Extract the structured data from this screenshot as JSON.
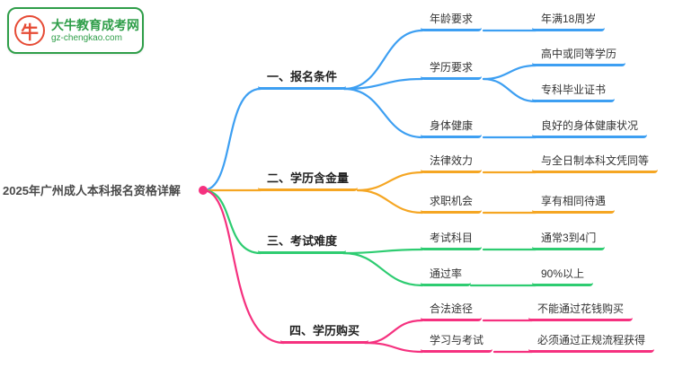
{
  "logo": {
    "site_name": "大牛教育成考网",
    "domain": "gz-chengkao.com",
    "icon_char": "牛"
  },
  "colors": {
    "brand_green": "#2f9e49",
    "logo_red": "#e64b35",
    "root_accent": "#f5317f"
  },
  "root": {
    "label": "2025年广州成人本科报名资格详解"
  },
  "branches": [
    {
      "label": "一、报名条件",
      "color": "#3d9ff2",
      "children": [
        {
          "label": "年龄要求",
          "leaves": [
            "年满18周岁"
          ]
        },
        {
          "label": "学历要求",
          "leaves": [
            "高中或同等学历",
            "专科毕业证书"
          ]
        },
        {
          "label": "身体健康",
          "leaves": [
            "良好的身体健康状况"
          ]
        }
      ]
    },
    {
      "label": "二、学历含金量",
      "color": "#f5a623",
      "children": [
        {
          "label": "法律效力",
          "leaves": [
            "与全日制本科文凭同等"
          ]
        },
        {
          "label": "求职机会",
          "leaves": [
            "享有相同待遇"
          ]
        }
      ]
    },
    {
      "label": "三、考试难度",
      "color": "#2ecc71",
      "children": [
        {
          "label": "考试科目",
          "leaves": [
            "通常3到4门"
          ]
        },
        {
          "label": "通过率",
          "leaves": [
            "90%以上"
          ]
        }
      ]
    },
    {
      "label": "四、学历购买",
      "color": "#f5317f",
      "children": [
        {
          "label": "合法途径",
          "leaves": [
            "不能通过花钱购买"
          ]
        },
        {
          "label": "学习与考试",
          "leaves": [
            "必须通过正规流程获得"
          ]
        }
      ]
    }
  ]
}
